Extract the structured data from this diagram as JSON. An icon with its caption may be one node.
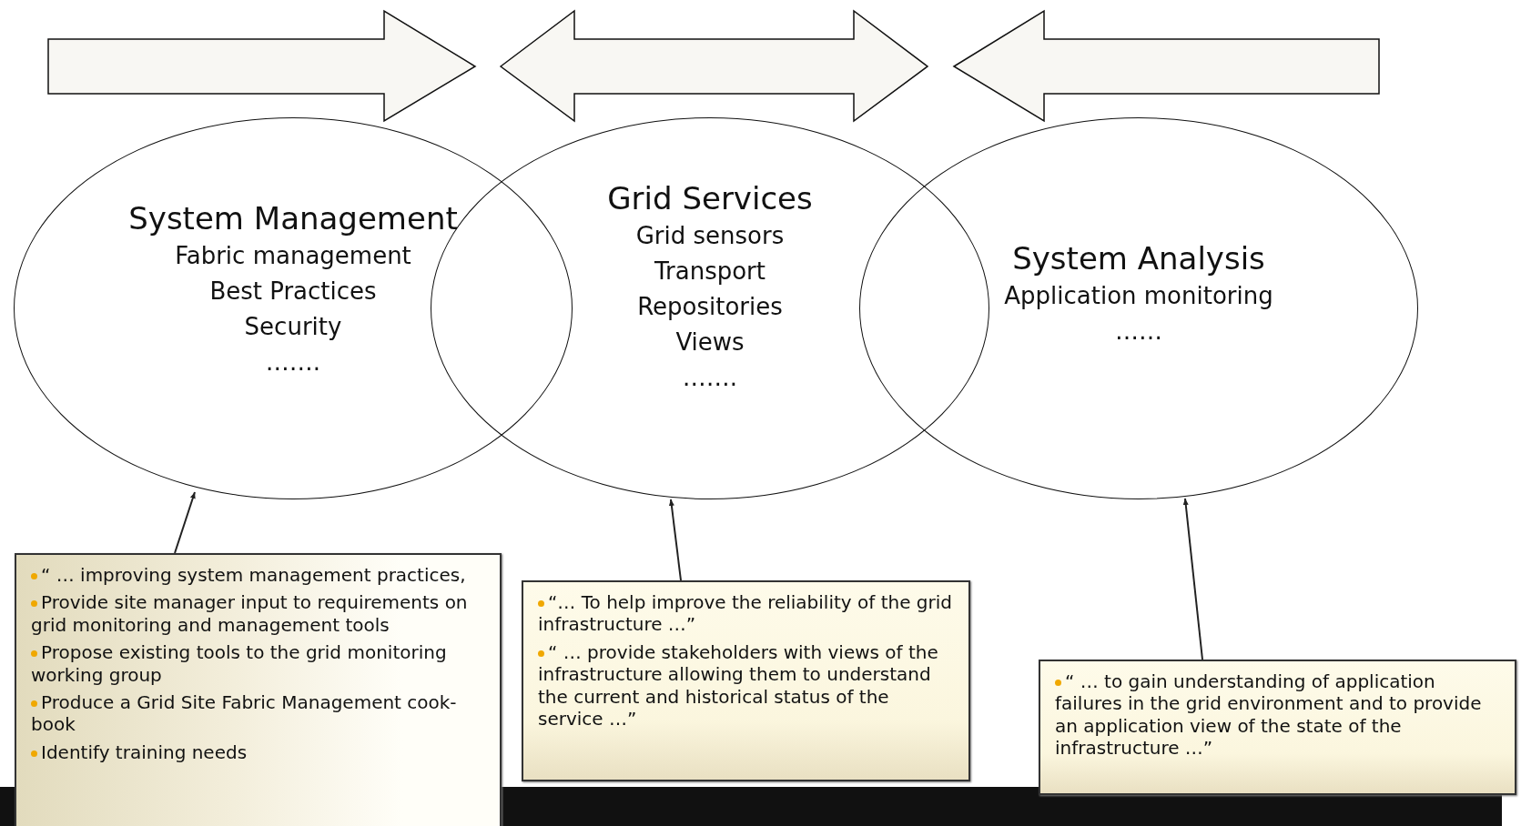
{
  "diagram": {
    "nodes": [
      {
        "text": [
          "System Management",
          "Fabric management",
          "Best Practices",
          "Security",
          "……."
        ]
      },
      {
        "text": [
          "Grid Services",
          "Grid sensors",
          "Transport",
          "Repositories",
          "Views",
          "……."
        ]
      },
      {
        "text": [
          "System Analysis",
          "Application monitoring",
          "……"
        ]
      },
      {
        "text": [
          "“ … improving system management practices,",
          "Provide site manager input to requirements on grid monitoring and management tools",
          "Propose existing tools to the grid monitoring working group",
          "Produce a Grid Site Fabric Management cook-book",
          "Identify training needs"
        ]
      },
      {
        "text": [
          "“… To help improve the reliability of the grid infrastructure …”",
          "“ … provide stakeholders with views of the infrastructure allowing them to understand the current and historical status of the service …”"
        ]
      },
      {
        "text": [
          "“ … to gain understanding of application failures in the grid environment and to provide an application view of the state of the infrastructure …”"
        ]
      }
    ],
    "edges": [
      {
        "from": 3,
        "to": 0,
        "arrow": "to"
      },
      {
        "from": 4,
        "to": 1,
        "arrow": "to"
      },
      {
        "from": 5,
        "to": 2,
        "arrow": "to"
      }
    ]
  }
}
